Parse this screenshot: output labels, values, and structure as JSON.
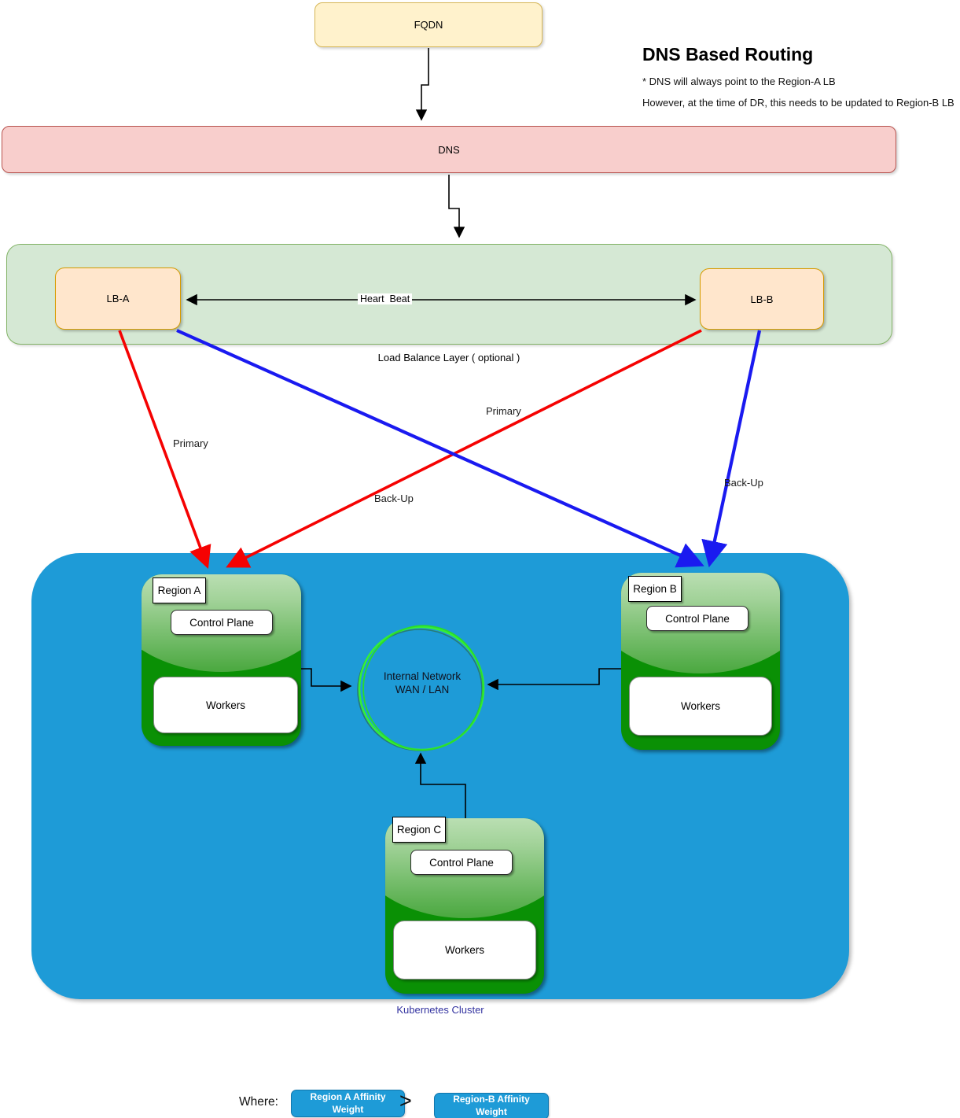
{
  "title": {
    "heading": "DNS Based Routing",
    "note1": "* DNS will always point to the Region-A  LB",
    "note2": "However, at the time of DR, this needs to be updated to Region-B LB"
  },
  "nodes": {
    "fqdn": "FQDN",
    "dns": "DNS",
    "lb_a": "LB-A",
    "lb_b": "LB-B",
    "heartbeat_label": "Heart  Beat",
    "lb_layer_caption": "Load Balance Layer ( optional )",
    "network_line1": "Internal Network",
    "network_line2": "WAN / LAN",
    "cluster_caption": "Kubernetes Cluster"
  },
  "edge_labels": {
    "primary_a": "Primary",
    "primary_b": "Primary",
    "backup_a": "Back-Up",
    "backup_b": "Back-Up"
  },
  "regions": [
    {
      "label": "Region A",
      "control_plane": "Control Plane",
      "workers": "Workers"
    },
    {
      "label": "Region B",
      "control_plane": "Control Plane",
      "workers": "Workers"
    },
    {
      "label": "Region C",
      "control_plane": "Control Plane",
      "workers": "Workers"
    }
  ],
  "legend": {
    "where": "Where:",
    "region_a_weight": "Region A Affinity Weight",
    "operator": ">",
    "region_b_weight": "Region-B  Affinity Weight"
  },
  "colors": {
    "cluster_blue": "#1E9BD7",
    "region_green": "#0A9005",
    "lb_layer_fill": "#D5E8D4",
    "lb_layer_border": "#82B366",
    "lb_node_fill": "#FFE6CC",
    "lb_node_border": "#D79B00",
    "fqdn_fill": "#FFF2CC",
    "fqdn_border": "#D6B656",
    "dns_fill": "#F8CECC",
    "dns_border": "#B85450",
    "arrow_red": "#F50202",
    "arrow_blue": "#1A1AF0",
    "network_circle_green": "#35F035",
    "caption_navy": "#3333A0"
  }
}
